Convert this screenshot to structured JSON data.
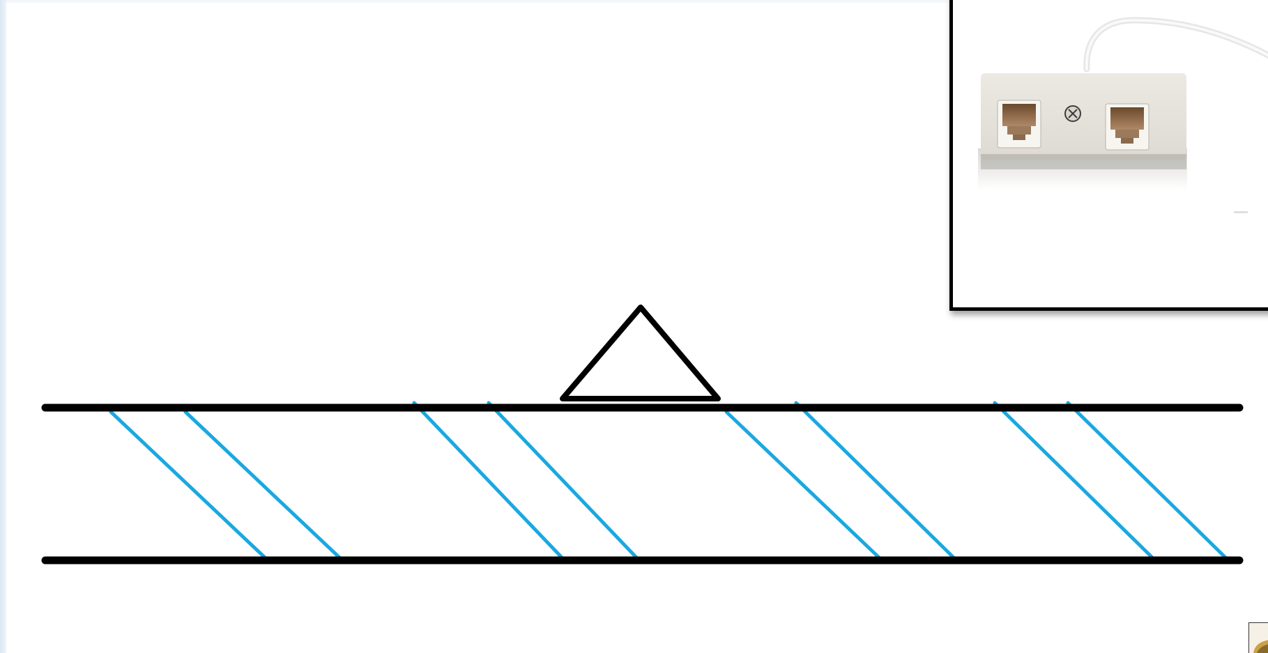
{
  "diagram": {
    "parts": [
      "top-rail",
      "bottom-rail",
      "junction-triangle",
      "diagonal-stripes"
    ],
    "stripe_color": "#1aa8e0",
    "line_color": "#000000"
  },
  "photo": {
    "subject": "telephone-splitter",
    "jack_count": 2
  },
  "colors": {
    "background": "#ffffff",
    "stripe": "#1aa8e0",
    "frame": "#000000"
  }
}
